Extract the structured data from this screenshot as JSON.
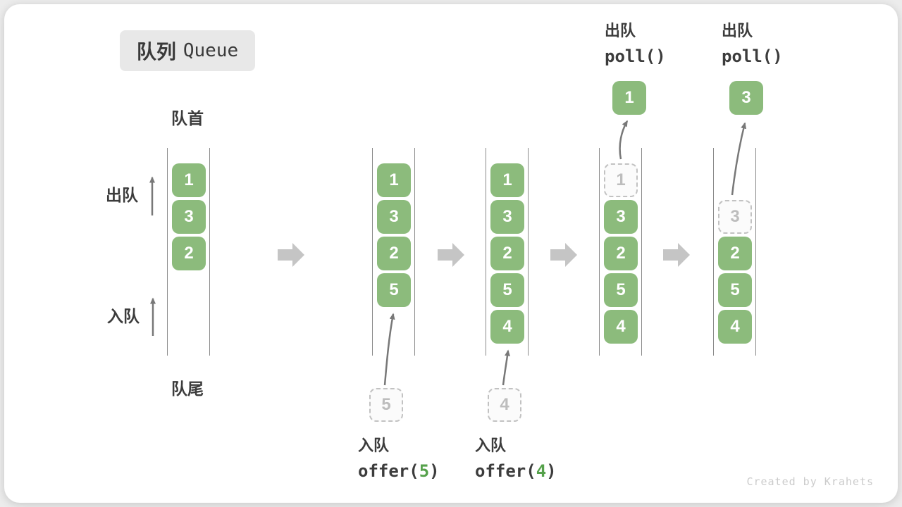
{
  "title": {
    "zh": "队列",
    "en": "Queue"
  },
  "labels": {
    "front": "队首",
    "rear": "队尾",
    "dequeue": "出队",
    "enqueue": "入队"
  },
  "queues": [
    {
      "name": "state-initial",
      "slots": [
        {
          "v": "1",
          "t": "green"
        },
        {
          "v": "3",
          "t": "green"
        },
        {
          "v": "2",
          "t": "green"
        }
      ]
    },
    {
      "name": "state-after-offer-5",
      "slots": [
        {
          "v": "1",
          "t": "green"
        },
        {
          "v": "3",
          "t": "green"
        },
        {
          "v": "2",
          "t": "green"
        },
        {
          "v": "5",
          "t": "green"
        }
      ]
    },
    {
      "name": "state-after-offer-4",
      "slots": [
        {
          "v": "1",
          "t": "green"
        },
        {
          "v": "3",
          "t": "green"
        },
        {
          "v": "2",
          "t": "green"
        },
        {
          "v": "5",
          "t": "green"
        },
        {
          "v": "4",
          "t": "green"
        }
      ]
    },
    {
      "name": "state-after-poll-1",
      "slots": [
        {
          "v": "1",
          "t": "dashed"
        },
        {
          "v": "3",
          "t": "green"
        },
        {
          "v": "2",
          "t": "green"
        },
        {
          "v": "5",
          "t": "green"
        },
        {
          "v": "4",
          "t": "green"
        }
      ]
    },
    {
      "name": "state-after-poll-3",
      "slots": [
        {
          "v": "3",
          "t": "dashed"
        },
        {
          "v": "2",
          "t": "green"
        },
        {
          "v": "5",
          "t": "green"
        },
        {
          "v": "4",
          "t": "green"
        }
      ]
    }
  ],
  "enqueue_ops": [
    {
      "zh": "入队",
      "fn": "offer(",
      "arg": "5",
      "close": ")",
      "staged": "5"
    },
    {
      "zh": "入队",
      "fn": "offer(",
      "arg": "4",
      "close": ")",
      "staged": "4"
    }
  ],
  "dequeue_ops": [
    {
      "zh": "出队",
      "fn": "poll()",
      "popped": "1"
    },
    {
      "zh": "出队",
      "fn": "poll()",
      "popped": "3"
    }
  ],
  "watermark": "Created by Krahets",
  "colors": {
    "box_green": "#8cbb7c",
    "code_green": "#55a14b",
    "block_arrow_gray": "#c5c5c5",
    "thin_arrow_gray": "#787878",
    "line_gray": "#8a8a8a",
    "text_dark": "#3c3c3c",
    "dashed_border": "#c2c2c2",
    "muted_number": "#bdbdbd",
    "title_bg": "#e8e8e8",
    "watermark_gray": "#cbcbcb"
  }
}
